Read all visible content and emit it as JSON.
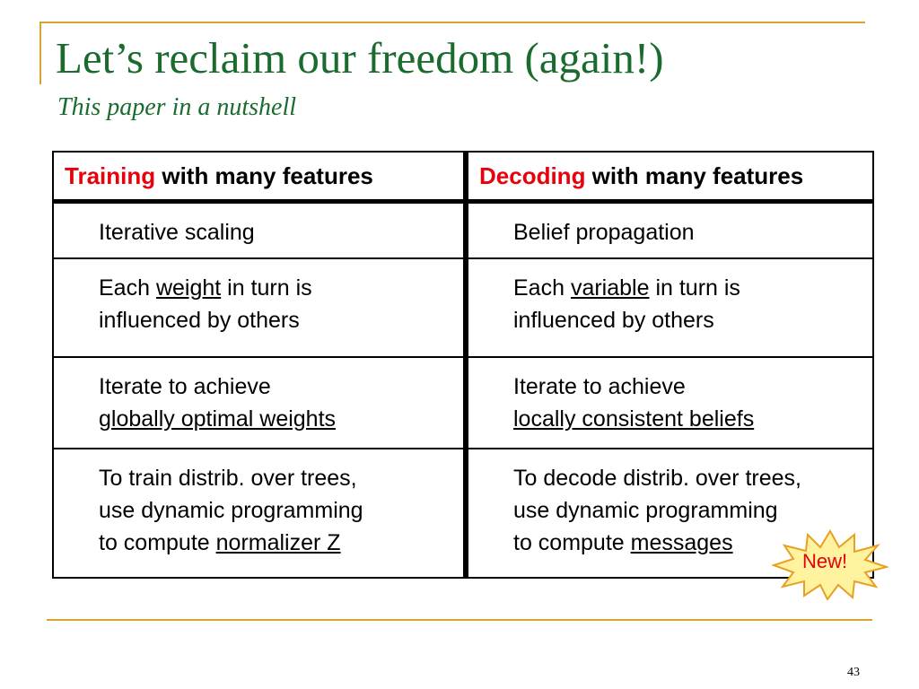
{
  "slide": {
    "title": "Let’s reclaim our freedom (again!)",
    "subtitle": "This paper in a nutshell",
    "page_number": "43"
  },
  "table": {
    "left_header": {
      "red": "Training",
      "rest": " with many features"
    },
    "right_header": {
      "red": "Decoding",
      "rest": " with many features"
    },
    "rows": [
      {
        "left": {
          "line1": "Iterative scaling"
        },
        "right": {
          "line1": "Belief propagation"
        }
      },
      {
        "left": {
          "pre": "Each ",
          "underline": "weight",
          "post": " in turn is",
          "line2": "influenced by others"
        },
        "right": {
          "pre": "Each ",
          "underline": "variable",
          "post": " in turn is",
          "line2": "influenced by others"
        }
      },
      {
        "left": {
          "line1": "Iterate to achieve",
          "underline": "globally optimal weights"
        },
        "right": {
          "line1": "Iterate to achieve",
          "underline": "locally consistent beliefs"
        }
      },
      {
        "left": {
          "line1": "To train distrib. over trees,",
          "line2": "use dynamic programming",
          "pre3": "to compute ",
          "underline": "normalizer Z"
        },
        "right": {
          "line1": "To decode distrib. over trees,",
          "line2": "use dynamic programming",
          "pre3": "to compute ",
          "underline": "messages"
        }
      }
    ]
  },
  "badge": {
    "label": "New!",
    "fill": "#fff3a0",
    "stroke": "#e8a020"
  },
  "colors": {
    "title": "#1b6b2f",
    "accent_red": "#e8000b",
    "rule": "#d7a52e"
  }
}
